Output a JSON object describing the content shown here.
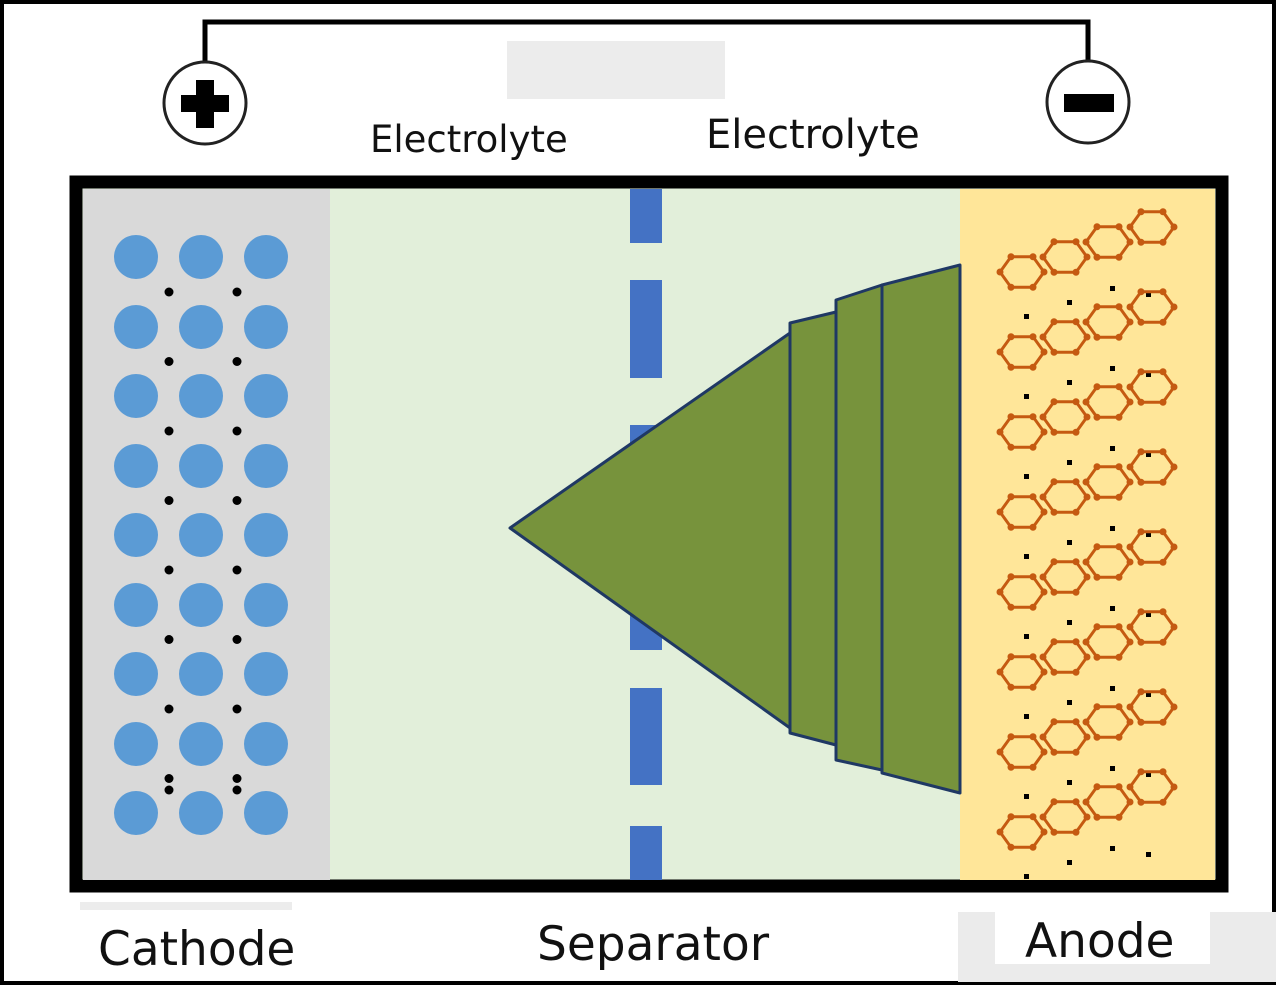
{
  "labels": {
    "electrolyte_left": "Electrolyte",
    "electrolyte_right": "Electrolyte",
    "cathode": "Cathode",
    "separator": "Separator",
    "anode": "Anode"
  },
  "terminals": {
    "positive": "plus-icon",
    "negative": "minus-icon"
  },
  "colors": {
    "cathode_bg": "#d9d9d9",
    "electrolyte_bg": "#e2efda",
    "anode_bg": "#ffe699",
    "ion": "#5b9bd5",
    "separator": "#4472c4",
    "dendrite_fill": "#77933c",
    "dendrite_stroke": "#1f3864",
    "graphite": "#c55a11"
  }
}
